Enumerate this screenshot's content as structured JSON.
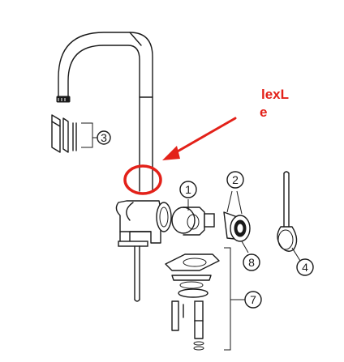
{
  "annotation": {
    "text_line1": "lexL",
    "text_line2": "e",
    "color": "#e32119"
  },
  "callouts": [
    {
      "label": "1"
    },
    {
      "label": "2"
    },
    {
      "label": "3"
    },
    {
      "label": "4"
    },
    {
      "label": "7"
    },
    {
      "label": "8"
    }
  ]
}
